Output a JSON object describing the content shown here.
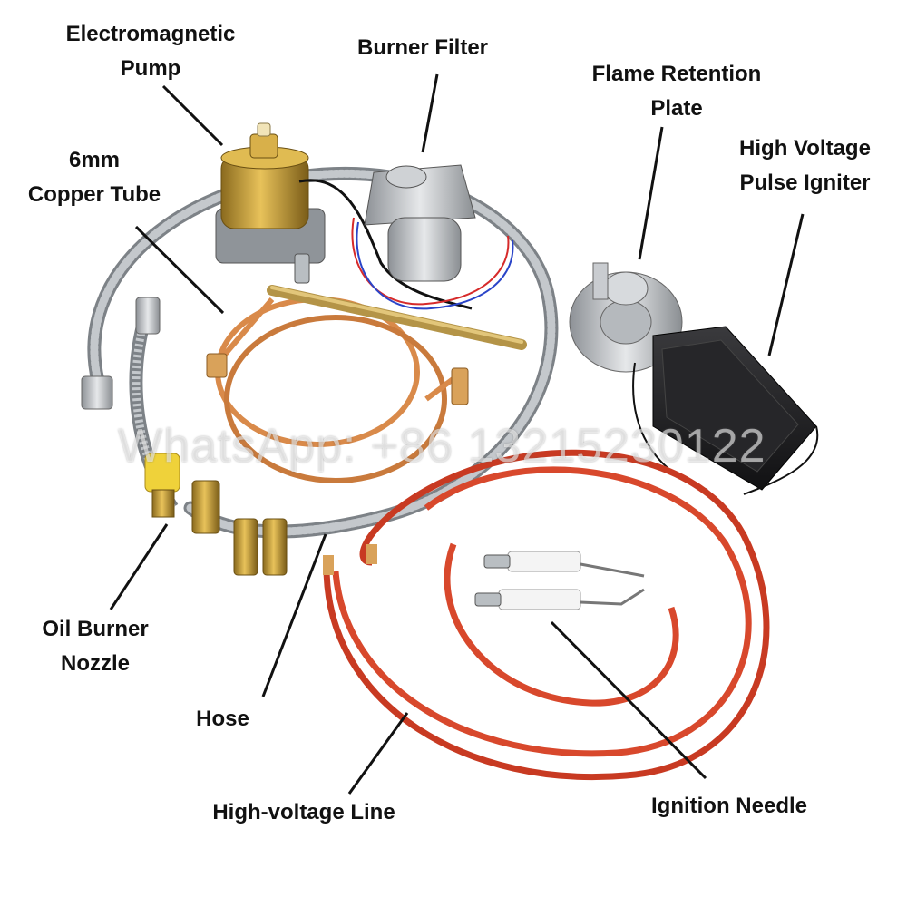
{
  "labels": {
    "pump": [
      "Electromagnetic",
      "Pump"
    ],
    "filter": [
      "Burner Filter"
    ],
    "plate": [
      "Flame Retention",
      "Plate"
    ],
    "igniter": [
      "High Voltage",
      "Pulse Igniter"
    ],
    "copper": [
      "6mm",
      "Copper Tube"
    ],
    "nozzle": [
      "Oil Burner",
      "Nozzle"
    ],
    "hose": [
      "Hose"
    ],
    "hvline": [
      "High-voltage Line"
    ],
    "needle": [
      "Ignition Needle"
    ]
  },
  "watermark": "WhatsApp: +86 13215230122",
  "colors": {
    "copper": "#d98a4a",
    "red_line": "#d8482c",
    "braid": "#9ea3a8",
    "brass": "#c9a23a",
    "igniter": "#1d1d1f"
  }
}
